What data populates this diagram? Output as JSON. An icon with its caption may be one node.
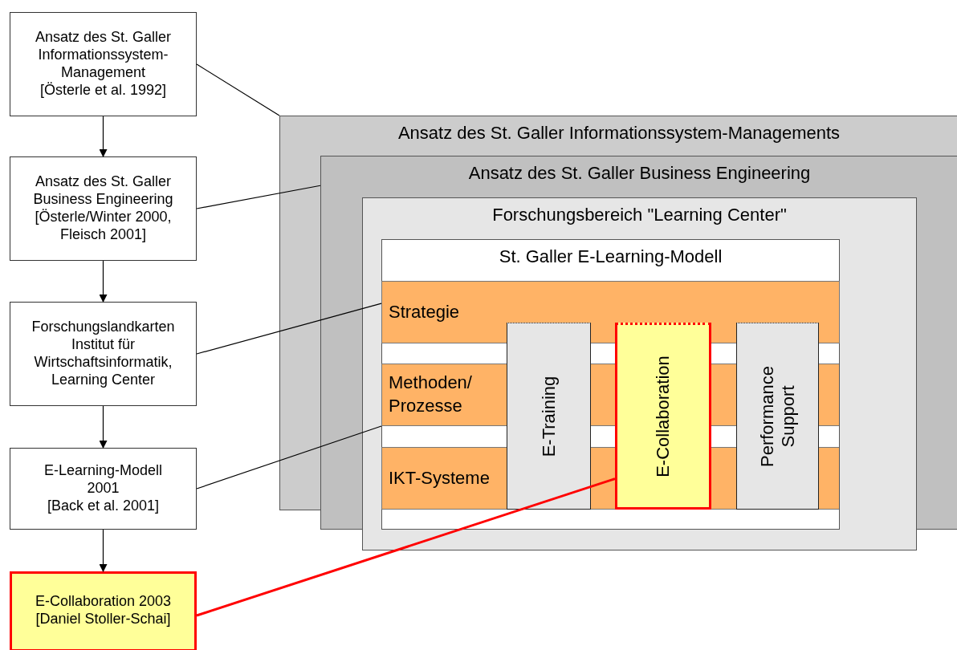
{
  "diagram": {
    "nodes": [
      {
        "text": [
          "Ansatz des St. Galler Informationssystem-Management",
          "[Österle et al. 1992]"
        ]
      },
      {
        "text": [
          "Ansatz des St. Galler Business Engineering",
          "[Österle/Winter 2000, Fleisch 2001]"
        ]
      },
      {
        "text": [
          "Forschungslandkarten Institut für Wirtschaftsinformatik, Learning Center"
        ]
      },
      {
        "text": [
          "E-Learning-Modell 2001",
          "[Back et al. 2001]"
        ]
      },
      {
        "text": [
          "E-Collaboration 2003",
          "[Daniel Stoller-Schai]"
        ]
      },
      {
        "text": [
          "Ansatz des St. Galler Informationssystem-Managements"
        ]
      },
      {
        "text": [
          "Ansatz des St. Galler Business Engineering"
        ],
        "in": 5
      },
      {
        "text": [
          "Forschungsbereich \"Learning Center\""
        ],
        "in": 6
      },
      {
        "text": [
          "St. Galler E-Learning-Modell"
        ],
        "in": 7
      },
      {
        "text": [
          "Strategie"
        ],
        "in": 8
      },
      {
        "text": [
          "Methoden/ Prozesse"
        ],
        "in": 8
      },
      {
        "text": [
          "IKT-Systeme"
        ],
        "in": 8
      },
      {
        "text": [
          "E-Training"
        ],
        "in": 8
      },
      {
        "text": [
          "E-Collaboration"
        ],
        "in": 8
      },
      {
        "text": [
          "Performance Support"
        ],
        "in": 8
      },
      {
        "text": [],
        "shape": "bar",
        "in": 8
      },
      {
        "text": [],
        "shape": "bar",
        "in": 8
      },
      {
        "text": [],
        "shape": "bar",
        "in": 8
      },
      {
        "text": [],
        "shape": "bar",
        "in": 8
      },
      {
        "text": [],
        "shape": "bar",
        "in": 8
      },
      {
        "text": [],
        "shape": "bar",
        "in": 8
      }
    ],
    "edges": [
      {
        "from": 0,
        "to": 1,
        "arrow": "to"
      },
      {
        "from": 1,
        "to": 2,
        "arrow": "to"
      },
      {
        "from": 2,
        "to": 3,
        "arrow": "to"
      },
      {
        "from": 3,
        "to": 4,
        "arrow": "to"
      },
      {
        "from": 0,
        "to": 5,
        "arrow": "none"
      },
      {
        "from": 1,
        "to": 6,
        "arrow": "none"
      },
      {
        "from": 2,
        "to": 9,
        "arrow": "none"
      },
      {
        "from": 3,
        "to": 10,
        "arrow": "none"
      },
      {
        "from": 4,
        "to": 13,
        "arrow": "none",
        "style": "thick",
        "color": "#ff0000"
      }
    ]
  }
}
